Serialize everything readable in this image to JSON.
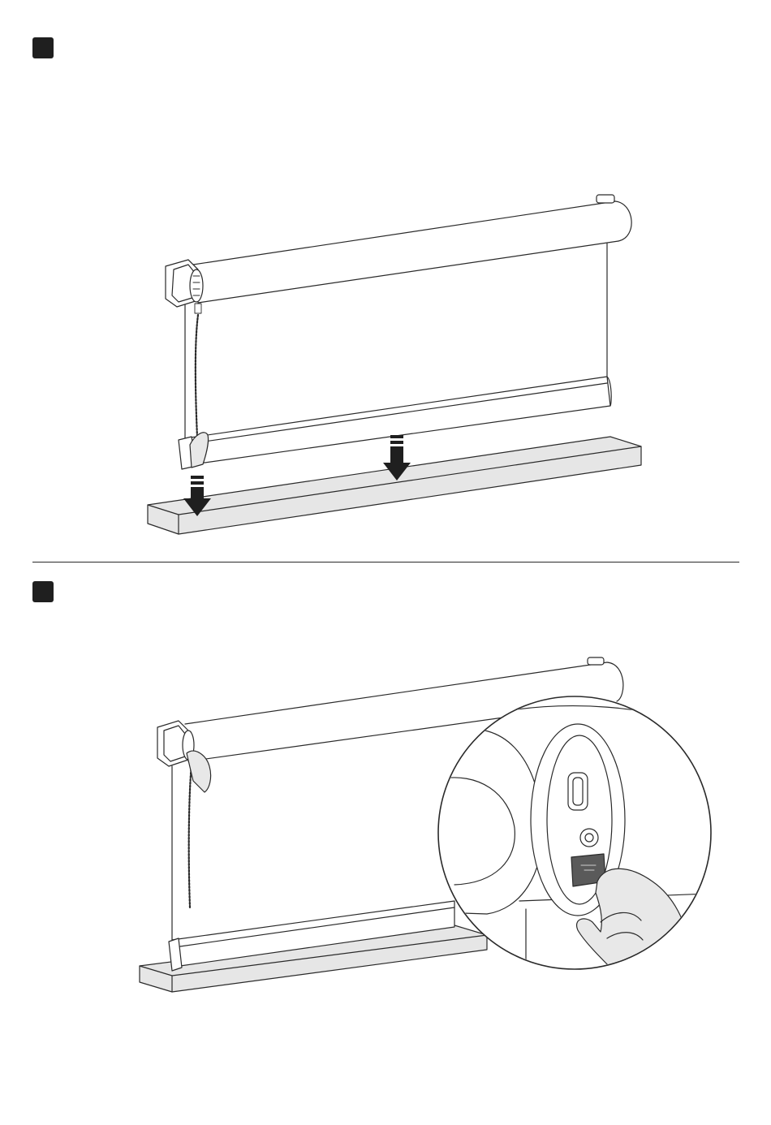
{
  "steps": [
    {
      "id": 1,
      "badge_color": "#1f1f1f"
    },
    {
      "id": 2,
      "badge_color": "#1f1f1f"
    }
  ],
  "colors": {
    "line": "#2a2a2a",
    "sill": "#e6e6e6",
    "control_panel": "#5a5a5a",
    "hand": "#e8e8e8",
    "arrow": "#1f1f1f"
  },
  "icons": [
    "roller-blind",
    "down-arrow-icon",
    "hand-icon",
    "bead-chain",
    "magnifier-detail",
    "window-sill"
  ]
}
